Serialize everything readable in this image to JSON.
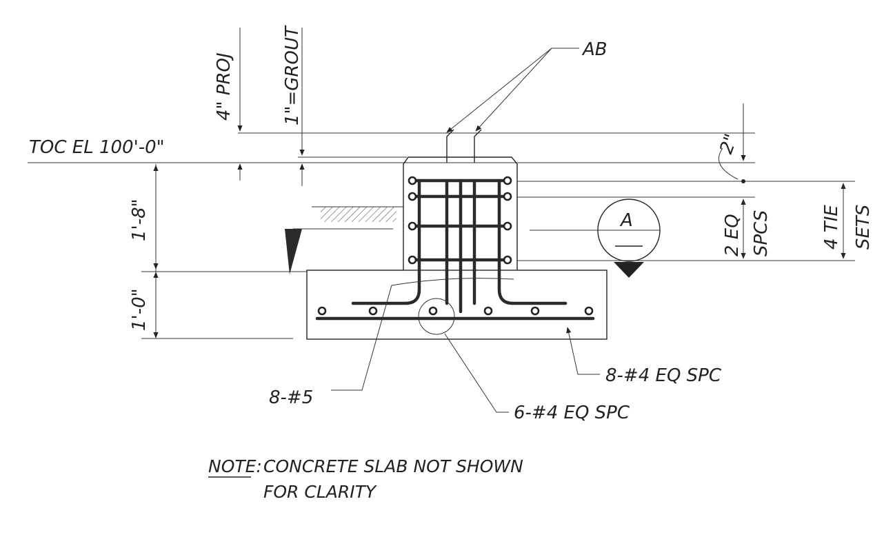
{
  "labels": {
    "toc": "TOC EL 100'-0\"",
    "proj": "4\" PROJ",
    "grout": "1\"=GROUT",
    "ab": "AB",
    "dim_two_in": "2\"",
    "eq_spcs_1": "2 EQ",
    "eq_spcs_2": "SPCS",
    "tie_sets_1": "4 TIE",
    "tie_sets_2": "SETS",
    "pedestal_height": "1'-8\"",
    "footing_height": "1'-0\"",
    "section_mark": "A",
    "bars_8_5": "8-#5",
    "bars_8_4": "8-#4 EQ SPC",
    "bars_6_4": "6-#4 EQ SPC",
    "note_label": "NOTE:",
    "note_line1": "CONCRETE SLAB NOT SHOWN",
    "note_line2": "FOR CLARITY"
  },
  "colors": {
    "ink": "#222222",
    "paper": "#ffffff"
  }
}
